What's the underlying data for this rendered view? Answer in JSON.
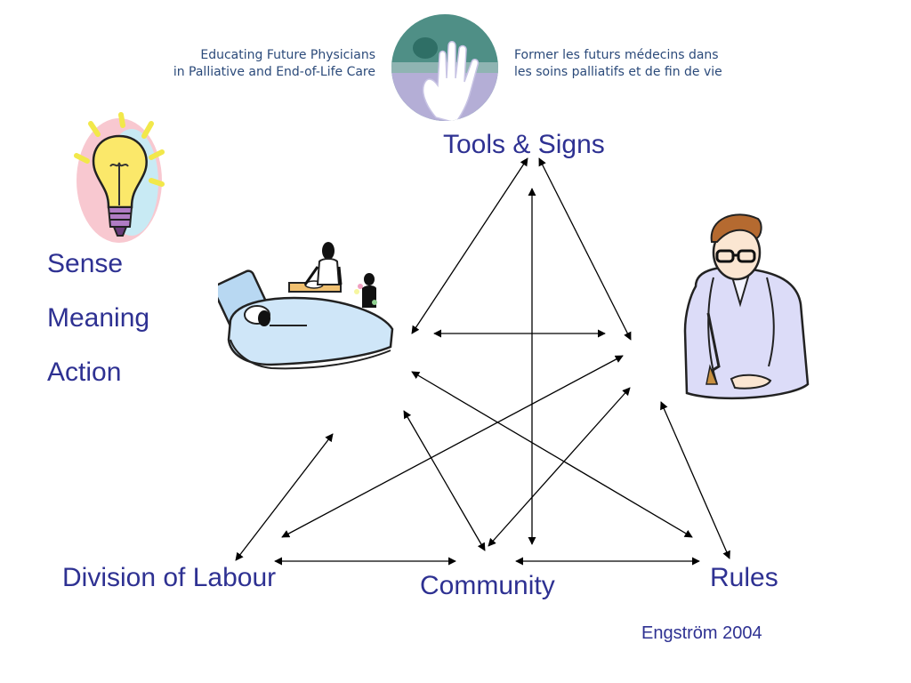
{
  "logo": {
    "left_line1": "Educating Future Physicians",
    "left_line2": "in Palliative and End-of-Life Care",
    "right_line1": "Former les futurs médecins dans",
    "right_line2": "les soins palliatifs et de fin de vie"
  },
  "triangle": {
    "top": "Tools & Signs",
    "bottom_left": "Division of Labour",
    "bottom_center": "Community",
    "bottom_right": "Rules"
  },
  "subject": {
    "line1": "Sense",
    "line2": "Meaning",
    "line3": "Action"
  },
  "credit": "Engström 2004",
  "colors": {
    "label_text": "#2e3192",
    "logo_text": "#2b4a7a",
    "arrow": "#000000",
    "logo_circle": "#5a9a8a",
    "logo_circle_bottom": "#a8a0cc"
  },
  "icons": [
    "lightbulb-icon",
    "hospital-bed-icon",
    "physician-icon",
    "hand-logo-icon"
  ]
}
